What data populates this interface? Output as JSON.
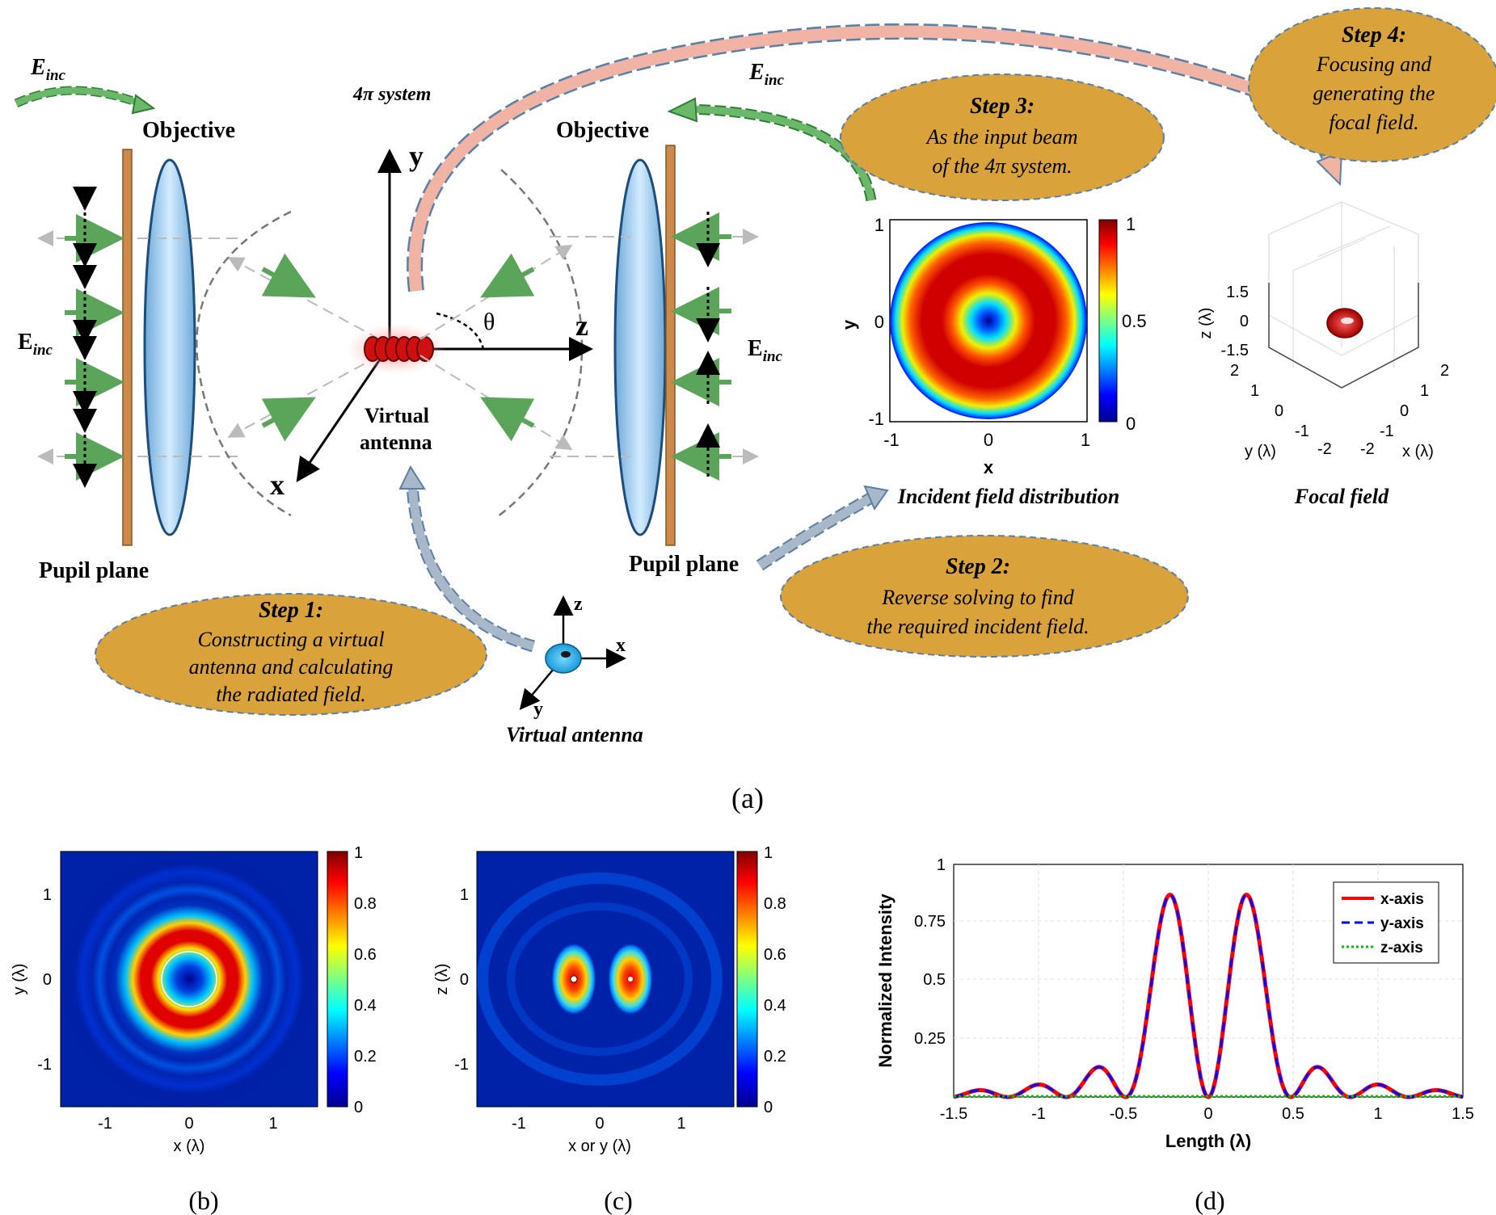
{
  "panel_a": {
    "label": "(a)",
    "einc_left_top": "E",
    "einc_sub": "inc",
    "objective_label": "Objective",
    "system_label": "4π system",
    "axis_y": "y",
    "axis_z": "z",
    "axis_x": "x",
    "theta": "θ",
    "virtual_antenna_line1": "Virtual",
    "virtual_antenna_line2": "antenna",
    "pupil_plane": "Pupil plane",
    "step1": {
      "title": "Step 1:",
      "l1": "Constructing a virtual",
      "l2": "antenna and calculating",
      "l3": "the radiated field."
    },
    "step2": {
      "title": "Step 2:",
      "l1": "Reverse solving to find",
      "l2": "the required incident field."
    },
    "step3": {
      "title": "Step 3:",
      "l1": "As the input beam",
      "l2": "of the 4π system."
    },
    "step4": {
      "title": "Step 4:",
      "l1": "Focusing and",
      "l2": "generating the",
      "l3": "focal field."
    },
    "antenna_inset": {
      "z": "z",
      "x": "x",
      "y": "y",
      "caption": "Virtual antenna"
    },
    "incident": {
      "caption": "Incident field distribution",
      "xlabel": "x",
      "ylabel": "y",
      "xticks": [
        "-1",
        "0",
        "1"
      ],
      "yticks": [
        "1",
        "0",
        "-1"
      ],
      "cbar_ticks": [
        "1",
        "0.5",
        "0"
      ]
    },
    "focal": {
      "caption": "Focal field",
      "zlabel": "z (λ)",
      "xlabel": "x (λ)",
      "ylabel": "y (λ)",
      "zticks": [
        "1.5",
        "0",
        "-1.5"
      ],
      "yticks": [
        "2",
        "1",
        "0",
        "-1",
        "-2"
      ],
      "xticks": [
        "-2",
        "-1",
        "0",
        "1",
        "2"
      ]
    }
  },
  "panel_b": {
    "label": "(b)",
    "xlabel": "x (λ)",
    "ylabel": "y (λ)",
    "xticks": [
      "-1",
      "0",
      "1"
    ],
    "yticks": [
      "1",
      "0",
      "-1"
    ],
    "cbar_ticks": [
      "1",
      "0.8",
      "0.6",
      "0.4",
      "0.2",
      "0"
    ]
  },
  "panel_c": {
    "label": "(c)",
    "xlabel": "x or y (λ)",
    "ylabel": "z (λ)",
    "xticks": [
      "-1",
      "0",
      "1"
    ],
    "yticks": [
      "1",
      "0",
      "-1"
    ],
    "cbar_ticks": [
      "1",
      "0.8",
      "0.6",
      "0.4",
      "0.2",
      "0"
    ]
  },
  "panel_d": {
    "label": "(d)",
    "xlabel": "Length (λ)",
    "ylabel": "Normalized  Intensity",
    "xticks": [
      "-1.5",
      "-1",
      "-0.5",
      "0",
      "0.5",
      "1",
      "1.5"
    ],
    "yticks": [
      "1",
      "0.75",
      "0.5",
      "0.25"
    ],
    "legend": [
      "x-axis",
      "y-axis",
      "z-axis"
    ]
  },
  "colors": {
    "step_fill": "#d9a23a",
    "green_arrow": "#5aa55a",
    "pink_arrow": "#f1b4a4",
    "lens": "#a8cff0",
    "plate": "#c98a4b"
  }
}
